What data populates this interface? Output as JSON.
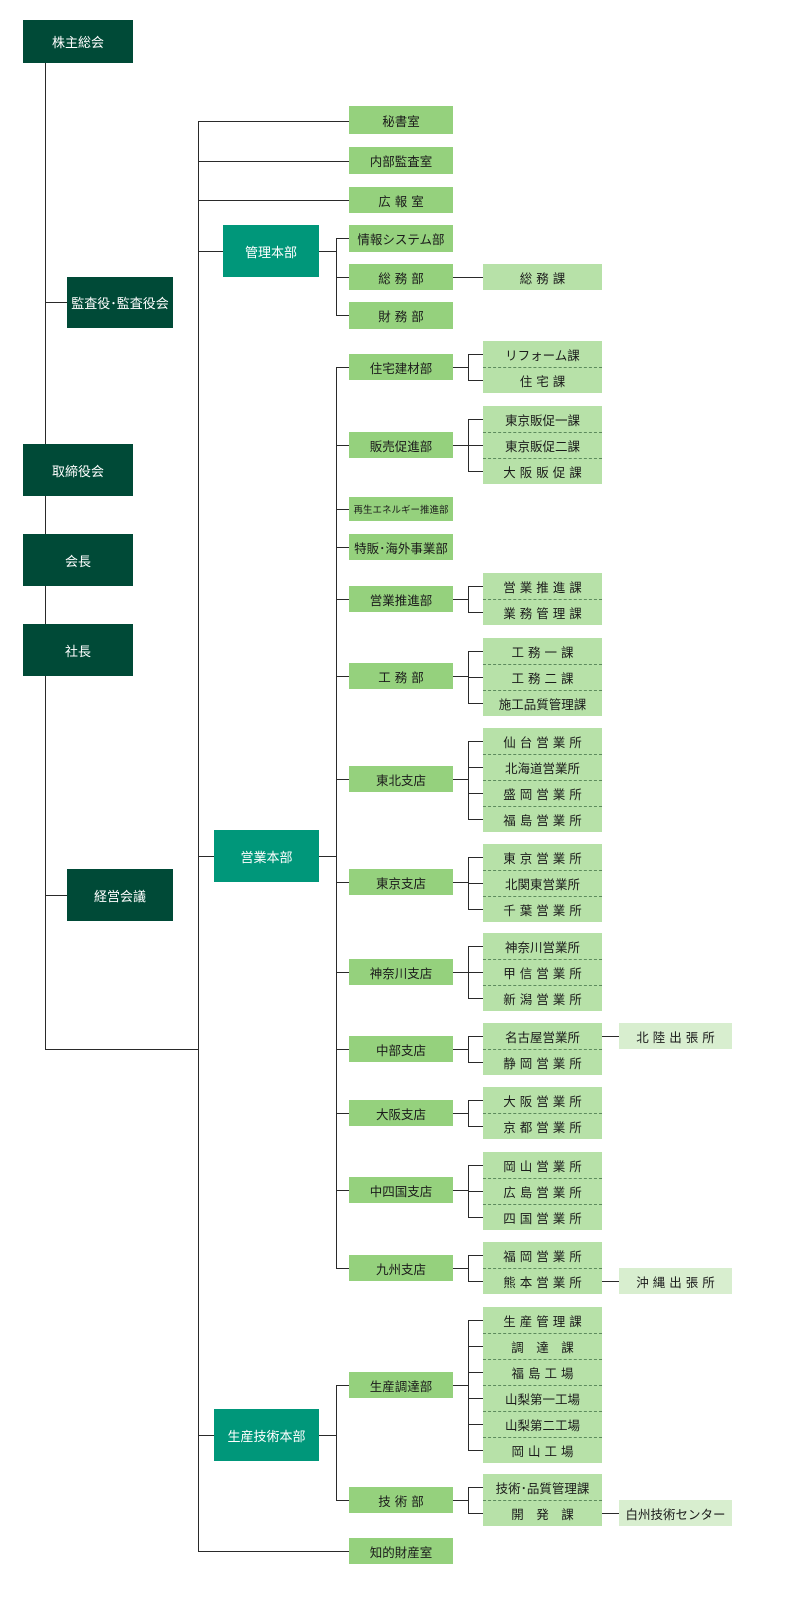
{
  "nodes": {
    "shareholders": "株主総会",
    "auditors": "監査役･監査役会",
    "board": "取締役会",
    "chairman": "会長",
    "president": "社長",
    "mgmt_council": "経営会議",
    "secretary": "秘書室",
    "internal_audit": "内部監査室",
    "pr": "広 報 室",
    "admin_hq": "管理本部",
    "it": "情報システム部",
    "general_affairs": "総 務 部",
    "general_affairs_sec": "総 務 課",
    "finance": "財 務 部",
    "sales_hq": "営業本部",
    "housing_materials": "住宅建材部",
    "reform": "リフォーム課",
    "housing": "住 宅 課",
    "sales_promo": "販売促進部",
    "tokyo_promo1": "東京販促一課",
    "tokyo_promo2": "東京販促二課",
    "osaka_promo": "大 阪 販 促 課",
    "renewable": "再生エネルギー推進部",
    "special_overseas": "特販･海外事業部",
    "sales_push": "営業推進部",
    "sales_push_sec": "営 業 推 進 課",
    "biz_mgmt": "業 務 管 理 課",
    "construction": "工 務 部",
    "construction1": "工 務 一 課",
    "construction2": "工 務 二 課",
    "quality_constr": "施工品質管理課",
    "tohoku_branch": "東北支店",
    "sendai": "仙 台 営 業 所",
    "hokkaido": "北海道営業所",
    "morioka": "盛 岡 営 業 所",
    "fukushima_sales": "福 島 営 業 所",
    "tokyo_branch": "東京支店",
    "tokyo_sales": "東 京 営 業 所",
    "kitakanto": "北関東営業所",
    "chiba": "千 葉 営 業 所",
    "kanagawa_branch": "神奈川支店",
    "kanagawa_sales": "神奈川営業所",
    "koshin": "甲 信 営 業 所",
    "niigata": "新 潟 営 業 所",
    "chubu_branch": "中部支店",
    "nagoya": "名古屋営業所",
    "hokuriku": "北 陸 出 張 所",
    "shizuoka": "静 岡 営 業 所",
    "osaka_branch": "大阪支店",
    "osaka_sales": "大 阪 営 業 所",
    "kyoto": "京 都 営 業 所",
    "chushikoku_branch": "中四国支店",
    "okayama_sales": "岡 山 営 業 所",
    "hiroshima": "広 島 営 業 所",
    "shikoku": "四 国 営 業 所",
    "kyushu_branch": "九州支店",
    "fukuoka": "福 岡 営 業 所",
    "kumamoto": "熊 本 営 業 所",
    "okinawa": "沖 縄 出 張 所",
    "production_hq": "生産技術本部",
    "procurement": "生産調達部",
    "prod_mgmt": "生 産 管 理 課",
    "purchasing": "調　達　課",
    "fukushima_factory": "福 島 工 場",
    "yamanashi1": "山梨第一工場",
    "yamanashi2": "山梨第二工場",
    "okayama_factory": "岡 山 工 場",
    "tech": "技 術 部",
    "tech_quality": "技術･品質管理課",
    "dev": "開　発　課",
    "hakushu": "白州技術センター",
    "ip": "知的財産室"
  },
  "colors": {
    "dark": "#004a37",
    "teal": "#00977a",
    "green": "#95d17d",
    "light_green": "#b7e1a8",
    "pale_green": "#d8eecf",
    "line": "#2a2a2a"
  }
}
